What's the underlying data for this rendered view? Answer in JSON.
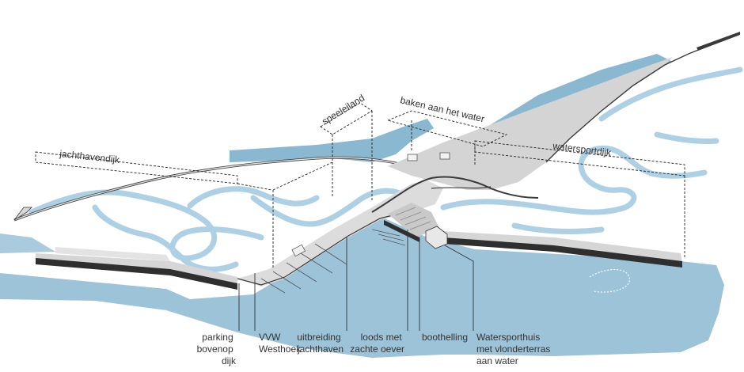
{
  "labels": {
    "jachthavendijk": "jachthavendijk",
    "speeleiland": "speeleiland",
    "baken": "baken aan het water",
    "watersportdijk": "watersportdijk"
  },
  "bottom": {
    "parking": [
      "parking",
      "bovenop",
      "dijk"
    ],
    "vvw": [
      "VVW",
      "Westhoek"
    ],
    "uitbreiding": [
      "uitbreiding",
      "jachthaven"
    ],
    "loods": [
      "loods met",
      "zachte oever"
    ],
    "boothelling": [
      "boothelling"
    ],
    "watersporthuis": [
      "Watersporthuis",
      "met vlonderterras",
      "aan water"
    ]
  },
  "colors": {
    "water": "#9cc3d8",
    "water_dark": "#86b3cc",
    "creek": "#aed0e4",
    "dike": "#d4d4d4",
    "dike_top": "#e6e6e6",
    "edge": "#3a3a3a"
  }
}
